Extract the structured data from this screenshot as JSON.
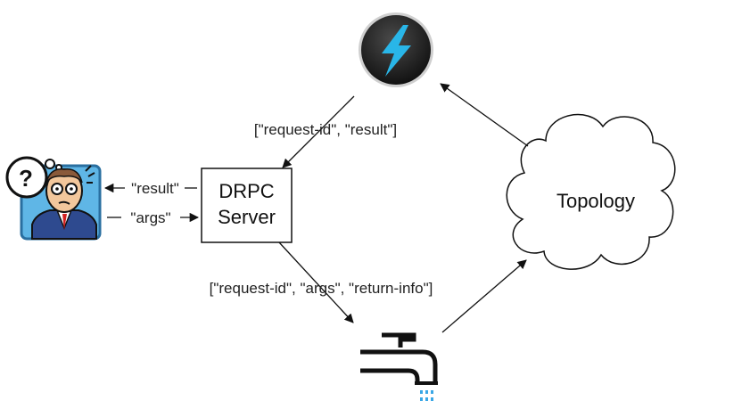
{
  "diagram": {
    "server": {
      "line1": "DRPC",
      "line2": "Server"
    },
    "topology": "Topology",
    "edges": {
      "result_out": "\"result\"",
      "args_in": "\"args\"",
      "bolt_to_server": "[\"request-id\", \"result\"]",
      "server_to_spout": "[\"request-id\", \"args\", \"return-info\"]"
    },
    "nodes": {
      "client": "confused-man-icon",
      "bolt": "lightning-bolt-icon",
      "spout": "water-faucet-icon"
    },
    "colors": {
      "bolt_bg": "#2b2b2b",
      "bolt_fg": "#29b6e8",
      "client_bg": "#5fb6e6",
      "faucet_water": "#3aa7e6"
    }
  }
}
